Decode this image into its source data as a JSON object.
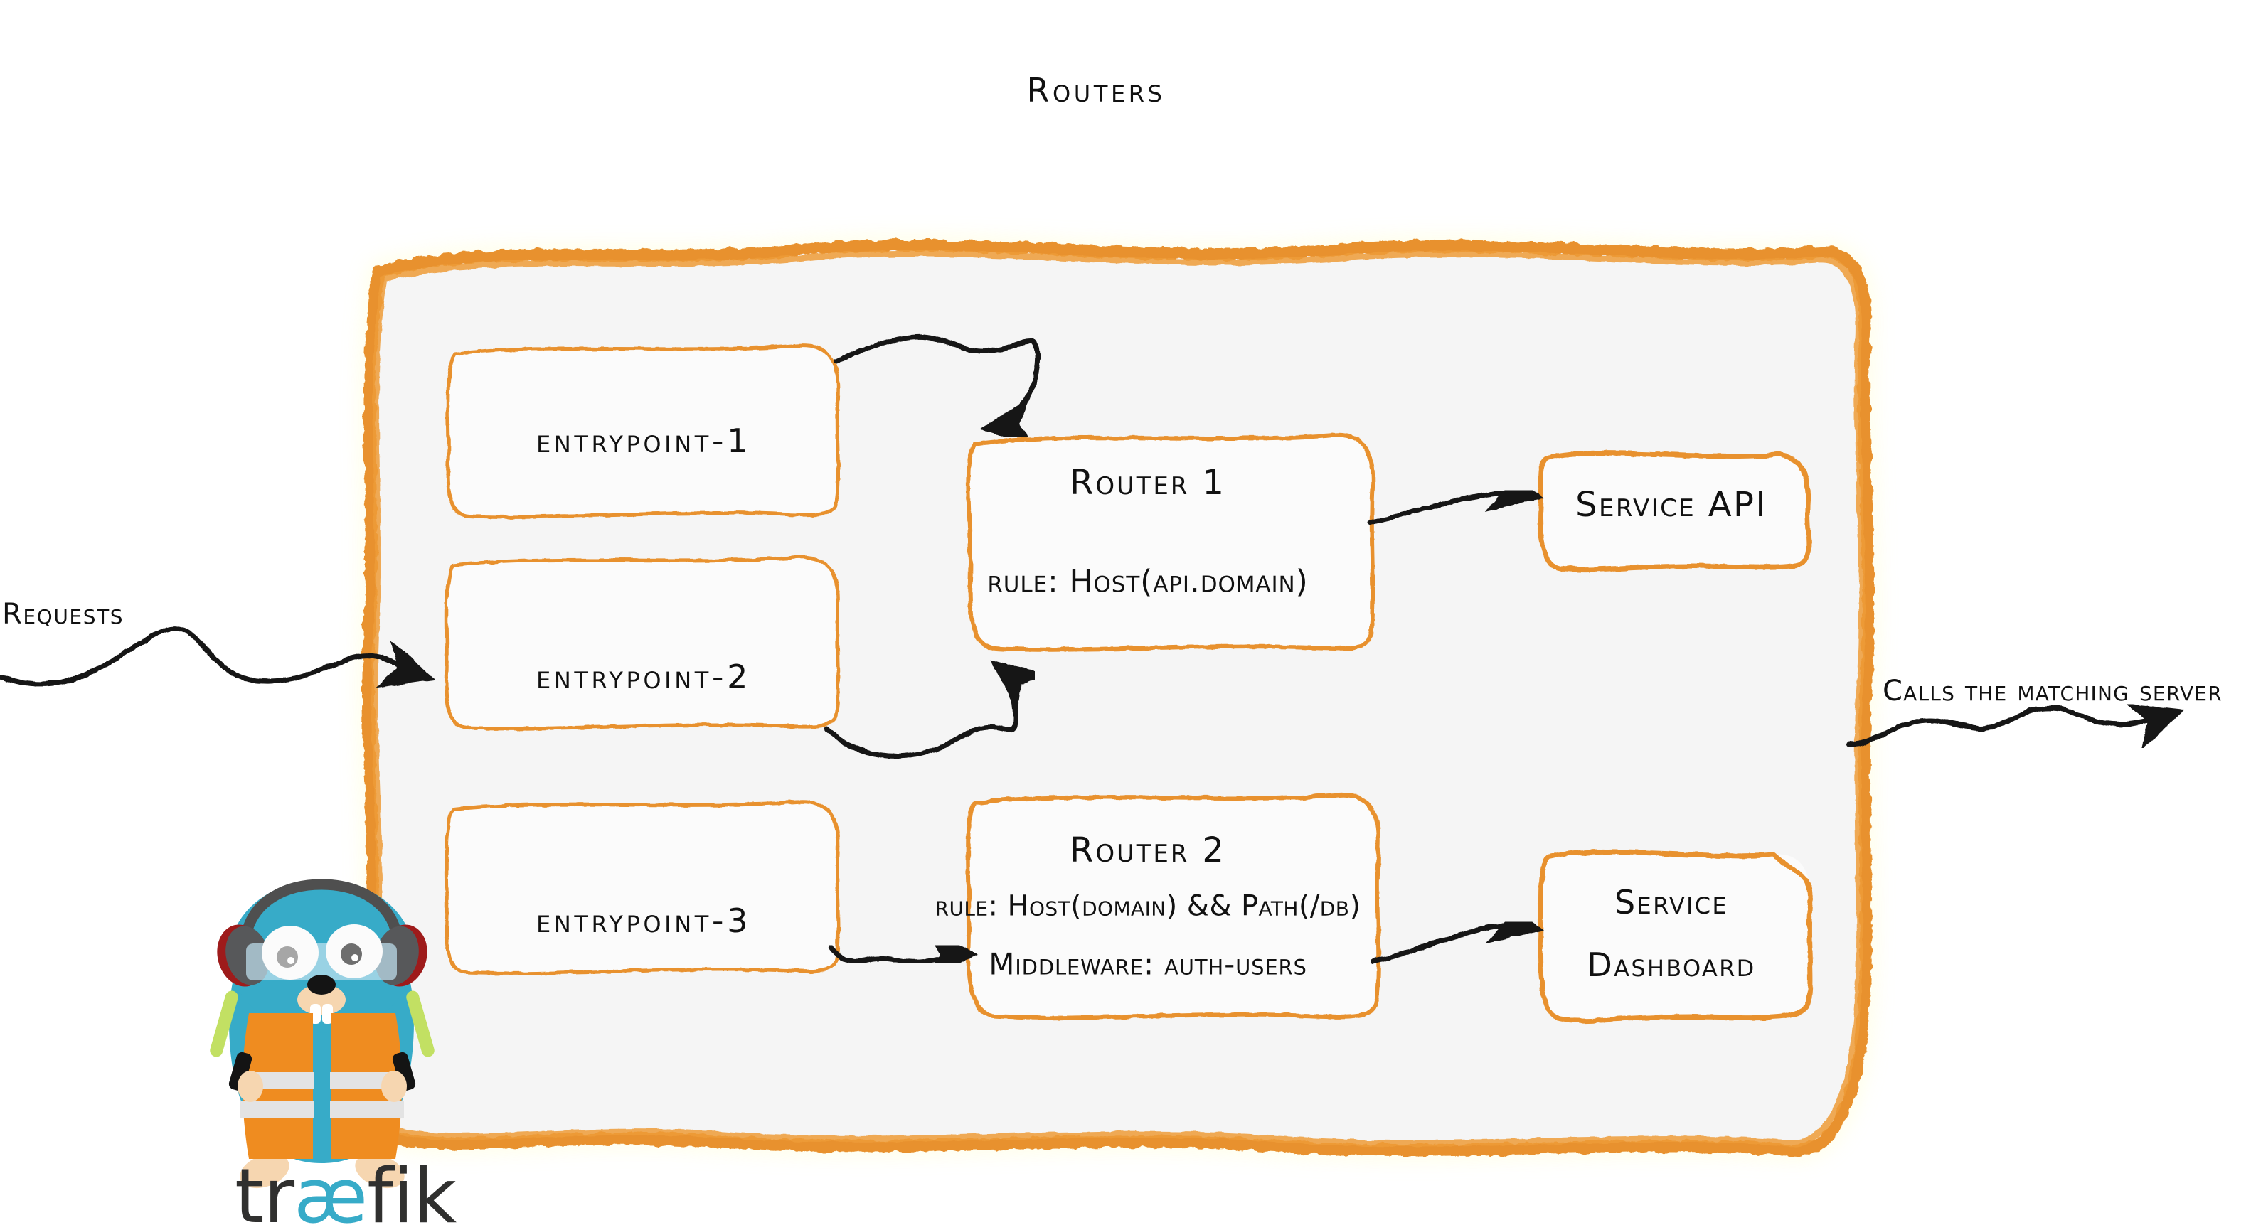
{
  "diagram": {
    "title": "Routers",
    "background_color": "#ffffff",
    "panel_fill": "#f5f5f5",
    "accent_color": "#E8912D",
    "ink_color": "#111111"
  },
  "flow_labels": {
    "incoming": "Requests",
    "outgoing": "Calls the matching server"
  },
  "entrypoints": [
    {
      "label": "entrypoint-1"
    },
    {
      "label": "entrypoint-2"
    },
    {
      "label": "entrypoint-3"
    }
  ],
  "routers": [
    {
      "name": "Router 1",
      "rule": "rule: Host(api.domain)",
      "middleware": ""
    },
    {
      "name": "Router 2",
      "rule": "rule: Host(domain) && Path(/db)",
      "middleware": "Middleware: auth-users"
    }
  ],
  "services": [
    {
      "line1": "Service API",
      "line2": ""
    },
    {
      "line1": "Service",
      "line2": "Dashboard"
    }
  ],
  "brand": {
    "name_part1": "tr",
    "name_ae": "æ",
    "name_part2": "fik",
    "mascot": "traefik-gopher-mascot",
    "mascot_colors": {
      "body": "#37ABC8",
      "vest": "#EF8C20",
      "stripe": "#E3E3E3",
      "headphone": "#4F4F4F",
      "headphone_accent": "#9E1B1B",
      "wand": "#C2E063",
      "skin": "#F6D6B0"
    }
  }
}
